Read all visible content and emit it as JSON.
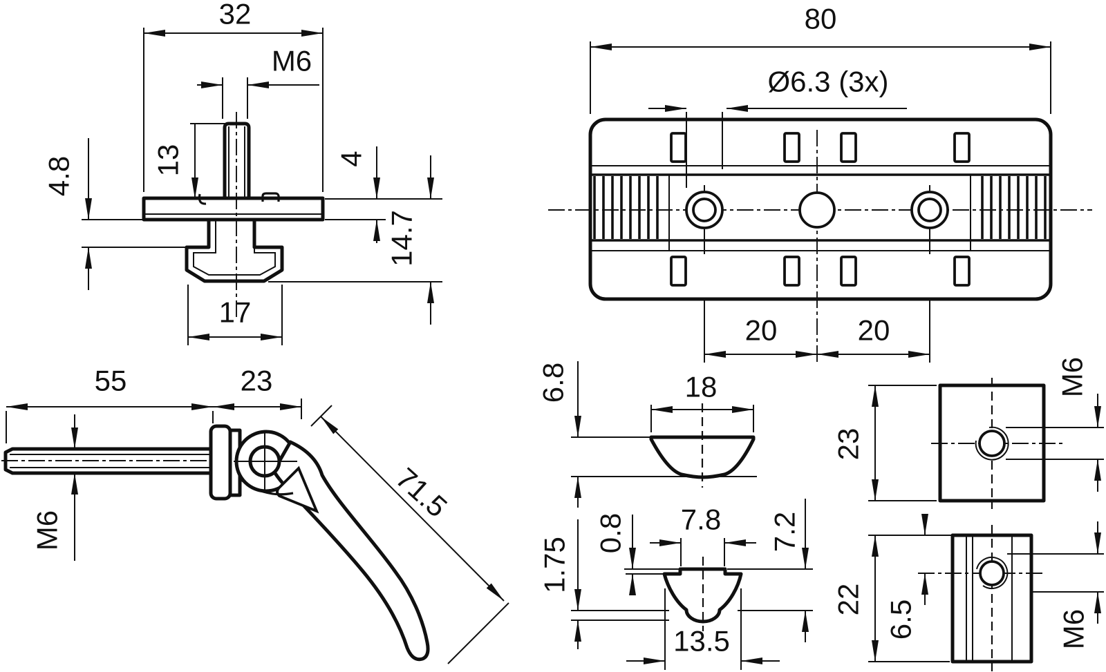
{
  "drawing": {
    "kind": "technical-drawing",
    "background": "#ffffff",
    "line_color": "#101010"
  },
  "views": {
    "section": {
      "name": "profile-adapter-section",
      "dims": {
        "overall_width": "32",
        "thread": "M6",
        "stud_height": "13",
        "panel_gap": "4.8",
        "plate_thickness": "4",
        "total_height": "14.7",
        "slot_width": "17"
      }
    },
    "plate": {
      "name": "adapter-plate-top-view",
      "dims": {
        "overall_length": "80",
        "hole_diameter": "Ø6.3 (3x)",
        "hole_spacing_left": "20",
        "hole_spacing_right": "20"
      }
    },
    "lever": {
      "name": "cam-lever-side-view",
      "dims": {
        "rod_length": "55",
        "head_width": "23",
        "thread": "M6",
        "lever_length": "71.5"
      }
    },
    "slot_nut": {
      "name": "slot-nut-profile",
      "dims": {
        "height": "6.8",
        "width": "18"
      }
    },
    "spring": {
      "name": "spring-wedge-profile",
      "dims": {
        "lip": "0.8",
        "top_width": "7.8",
        "height": "7.2",
        "foot": "1.75",
        "base_width": "13.5"
      }
    },
    "block_front": {
      "name": "nut-block-front-view",
      "dims": {
        "height": "23",
        "thread": "M6"
      }
    },
    "block_side": {
      "name": "nut-block-side-view",
      "dims": {
        "height": "22",
        "hole_offset": "6.5",
        "thread": "M6"
      }
    }
  }
}
